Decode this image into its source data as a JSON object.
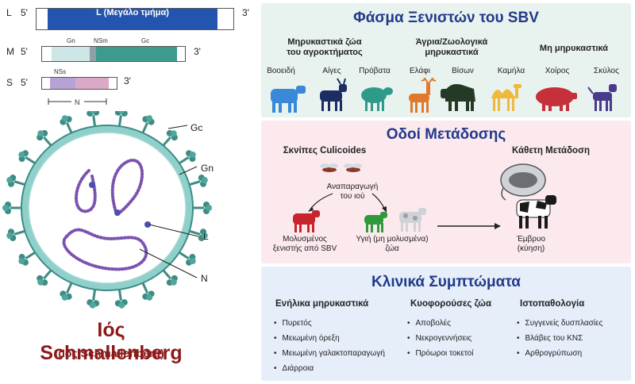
{
  "genome": {
    "L": {
      "label": "L",
      "five": "5'",
      "three": "3'",
      "bar_label": "L (Μεγάλο τμήμα)"
    },
    "M": {
      "label": "M",
      "five": "5'",
      "three": "3'",
      "gn": "Gn",
      "nsm": "NSm",
      "gc": "Gc"
    },
    "S": {
      "label": "S",
      "five": "5'",
      "three": "3'",
      "nss": "NSs",
      "n": "N"
    }
  },
  "virion": {
    "gc": "Gc",
    "gn": "Gn",
    "l": "L",
    "n": "N"
  },
  "virus_title": "Ιός Schmallenberg",
  "virus_subtitle": "(Ιός Schmallenberg)",
  "host": {
    "title": "Φάσμα Ξενιστών του SBV",
    "col1": {
      "head": "Μηρυκαστικά ζώα\nτου αγροκτήματος",
      "animals": [
        "Βοοειδή",
        "Αίγες",
        "Πρόβατα"
      ]
    },
    "col2": {
      "head": "Άγρια/Ζωολογικά\nμηρυκαστικά",
      "animals": [
        "Ελάφι",
        "Βίσων",
        "Καμήλα"
      ]
    },
    "col3": {
      "head": "Μη μηρυκαστικά",
      "animals": [
        "Χοίρος",
        "Σκύλος"
      ]
    }
  },
  "transmission": {
    "title": "Οδοί Μετάδοσης",
    "culicoides": "Σκνίπες Culicoides",
    "replication": "Αναπαραγωγή\nτου ιού",
    "infected": "Μολυσμένος\nξενιστής από SBV",
    "healthy": "Υγιή (μη μολυσμένα)\nζώα",
    "vertical": "Κάθετη Μετάδοση",
    "embryo": "Έμβρυο\n(κύηση)"
  },
  "clinical": {
    "title": "Κλινικά Συμπτώματα",
    "col1": {
      "head": "Ενήλικα μηρυκαστικά",
      "items": [
        "Πυρετός",
        "Μειωμένη όρεξη",
        "Μειωμένη γαλακτοπαραγωγή",
        "Διάρροια"
      ]
    },
    "col2": {
      "head": "Κυοφορούσες ζώα",
      "items": [
        "Αποβολές",
        "Νεκρογεννήσεις",
        "Πρόωροι τοκετοί"
      ]
    },
    "col3": {
      "head": "Ιστοπαθολογία",
      "items": [
        "Συγγενείς δυσπλασίες",
        "Βλάβες του ΚΝΣ",
        "Αρθρογρύπωση"
      ]
    }
  },
  "colors": {
    "l_segment": "#2355b0",
    "gn": "#cfe6e6",
    "nsm": "#8ea0a8",
    "gc": "#3c9a8e",
    "nss": "#b7a2d6",
    "n_segment": "#d9a9c6",
    "title_red": "#8b1a1a",
    "panel_blue": "#213a8a",
    "host_bg": "#e8f2ee",
    "transmission_bg": "#fbe9ee",
    "clinical_bg": "#e5eef9"
  }
}
